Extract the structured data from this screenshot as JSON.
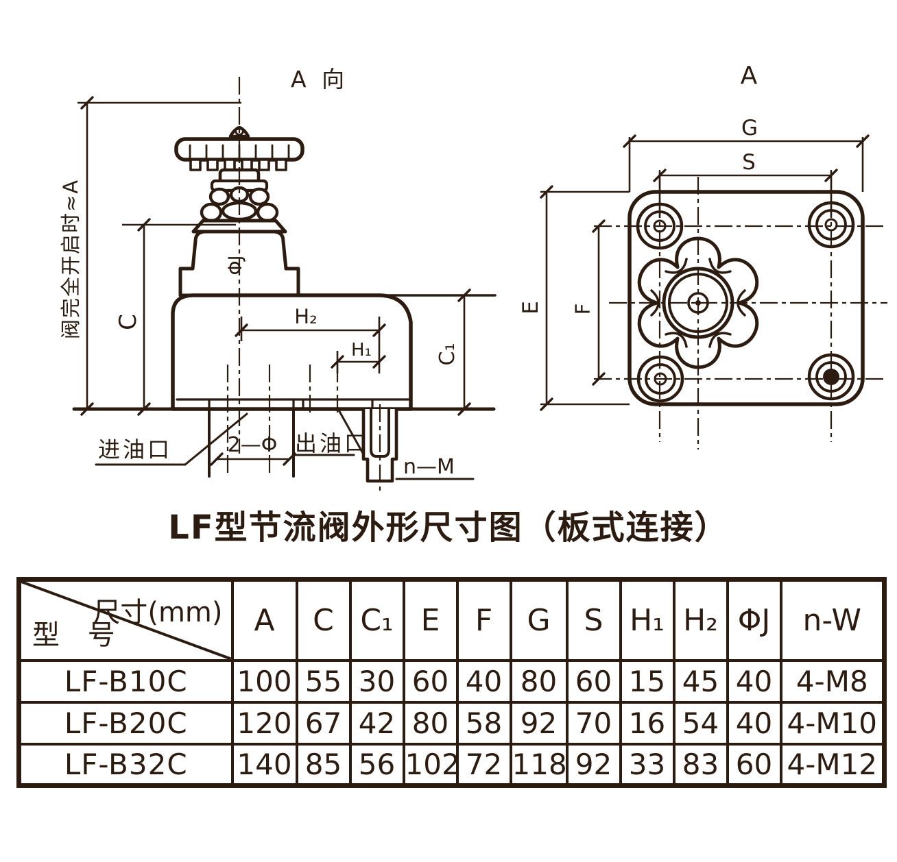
{
  "colors": {
    "ink": "#2b1b10",
    "paper": "#ffffff"
  },
  "title": "LF型节流阀外形尺寸图（板式连接）",
  "side_view": {
    "view_label": "A 向",
    "dim_full_open": "阀完全开启时≈A",
    "dim_c": "C",
    "dim_phi_j": "ΦJ",
    "dim_h2": "H₂",
    "dim_h1": "H₁",
    "dim_c1": "C₁",
    "label_inlet": "进油口",
    "dim_two_phi": "2—Φ",
    "label_outlet": "出油口",
    "dim_n_m": "n—M"
  },
  "top_view": {
    "view_label": "A",
    "dim_g": "G",
    "dim_s": "S",
    "dim_e": "E",
    "dim_f": "F"
  },
  "table": {
    "corner_dim_label": "尺寸(mm)",
    "corner_model_label": "型 号",
    "columns": [
      "A",
      "C",
      "C₁",
      "E",
      "F",
      "G",
      "S",
      "H₁",
      "H₂",
      "ΦJ",
      "n-W"
    ],
    "rows": [
      {
        "model": "LF-B10C",
        "values": [
          "100",
          "55",
          "30",
          "60",
          "40",
          "80",
          "60",
          "15",
          "45",
          "40",
          "4-M8"
        ]
      },
      {
        "model": "LF-B20C",
        "values": [
          "120",
          "67",
          "42",
          "80",
          "58",
          "92",
          "70",
          "16",
          "54",
          "40",
          "4-M10"
        ]
      },
      {
        "model": "LF-B32C",
        "values": [
          "140",
          "85",
          "56",
          "102",
          "72",
          "118",
          "92",
          "33",
          "83",
          "60",
          "4-M12"
        ]
      }
    ]
  }
}
